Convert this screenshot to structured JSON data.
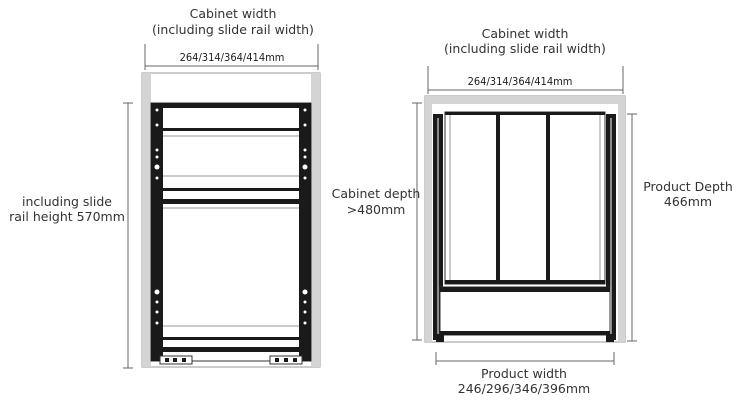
{
  "front_view": {
    "width_title_line1": "Cabinet width",
    "width_title_line2": "(including slide rail width)",
    "width_value": "264/314/364/414mm",
    "height_line1": "including slide",
    "height_line2": "rail height 570mm"
  },
  "side_view": {
    "width_title_line1": "Cabinet width",
    "width_title_line2": "(including slide rail width)",
    "width_value": "264/314/364/414mm",
    "cabinet_depth_line1": "Cabinet depth",
    "cabinet_depth_line2": ">480mm",
    "product_depth_line1": "Product Depth",
    "product_depth_line2": "466mm",
    "product_width_line1": "Product width",
    "product_width_line2": "246/296/346/396mm"
  },
  "colors": {
    "frame": "#1a1a1a",
    "cabinet": "#d4d4d4",
    "dimension_line": "#666666"
  }
}
